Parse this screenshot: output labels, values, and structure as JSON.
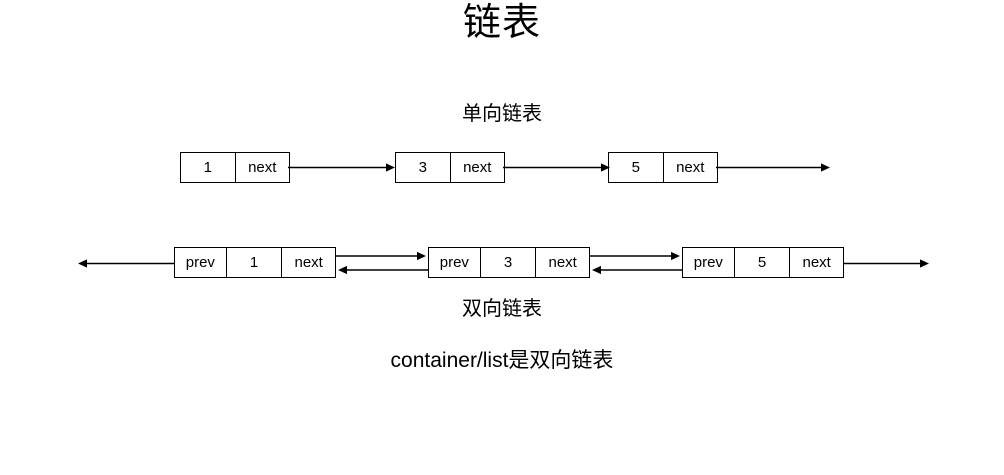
{
  "page": {
    "title": "链表",
    "background_color": "#ffffff",
    "text_color": "#000000",
    "footer_note": "container/list是双向链表"
  },
  "singly_list": {
    "caption": "单向链表",
    "nodes": [
      {
        "value": "1",
        "pointer_label": "next"
      },
      {
        "value": "3",
        "pointer_label": "next"
      },
      {
        "value": "5",
        "pointer_label": "next"
      }
    ]
  },
  "doubly_list": {
    "caption": "双向链表",
    "nodes": [
      {
        "prev_label": "prev",
        "value": "1",
        "next_label": "next"
      },
      {
        "prev_label": "prev",
        "value": "3",
        "next_label": "next"
      },
      {
        "prev_label": "prev",
        "value": "5",
        "next_label": "next"
      }
    ]
  },
  "diagram": {
    "type": "diagram",
    "subject": "linked-list",
    "stroke_color": "#000000",
    "arrows": [
      {
        "name": "singly-arrow-0-1",
        "direction": "right",
        "from": "singly-node-0",
        "to": "singly-node-1"
      },
      {
        "name": "singly-arrow-1-2",
        "direction": "right",
        "from": "singly-node-1",
        "to": "singly-node-2"
      },
      {
        "name": "singly-arrow-tail",
        "direction": "right",
        "from": "singly-node-2",
        "to": "end"
      },
      {
        "name": "doubly-arrow-head-left",
        "direction": "left",
        "from": "doubly-node-0",
        "to": "start"
      },
      {
        "name": "doubly-arrow-0-1-next",
        "direction": "right",
        "from": "doubly-node-0",
        "to": "doubly-node-1"
      },
      {
        "name": "doubly-arrow-1-0-prev",
        "direction": "left",
        "from": "doubly-node-1",
        "to": "doubly-node-0"
      },
      {
        "name": "doubly-arrow-1-2-next",
        "direction": "right",
        "from": "doubly-node-1",
        "to": "doubly-node-2"
      },
      {
        "name": "doubly-arrow-2-1-prev",
        "direction": "left",
        "from": "doubly-node-2",
        "to": "doubly-node-1"
      },
      {
        "name": "doubly-arrow-tail-right",
        "direction": "right",
        "from": "doubly-node-2",
        "to": "end"
      }
    ]
  }
}
